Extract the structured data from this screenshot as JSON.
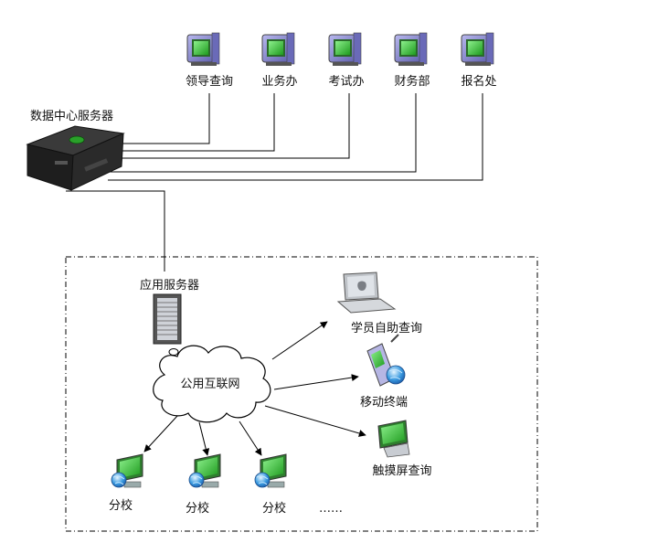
{
  "server": {
    "label": "数据中心服务器"
  },
  "departments": [
    {
      "label": "领导查询"
    },
    {
      "label": "业务办"
    },
    {
      "label": "考试办"
    },
    {
      "label": "财务部"
    },
    {
      "label": "报名处"
    }
  ],
  "app_server": {
    "label": "应用服务器"
  },
  "internet": {
    "label": "公用互联网"
  },
  "terminals": {
    "student": "学员自助查询",
    "mobile": "移动终端",
    "touch": "触摸屏查询"
  },
  "branches": [
    {
      "label": "分校"
    },
    {
      "label": "分校"
    },
    {
      "label": "分校"
    }
  ],
  "ellipsis": "……",
  "colors": {
    "monitor_frame": "#7f7fc8",
    "screen": "#33bb33",
    "line": "#000000"
  }
}
